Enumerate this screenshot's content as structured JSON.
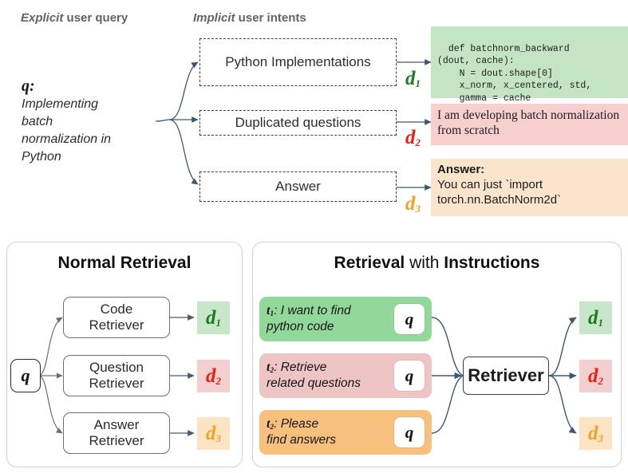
{
  "top": {
    "explicit_header": {
      "emphasis": "Explicit",
      "rest": " user query"
    },
    "implicit_header": {
      "emphasis": "Implicit",
      "rest": " user intents"
    },
    "query": {
      "symbol": "q:",
      "text": "Implementing batch normalization in Python"
    },
    "intents": [
      {
        "label": "Python Implementations"
      },
      {
        "label": "Duplicated questions"
      },
      {
        "label": "Answer"
      }
    ],
    "docs": [
      {
        "id": "d1",
        "subscript": "1",
        "color": "#1e7a1e",
        "bg": "#c3e5c3",
        "kind": "code",
        "text": "def batchnorm_backward\n(dout, cache):\n    N = dout.shape[0]\n    x_norm, x_centered, std,\n    gamma = cache"
      },
      {
        "id": "d2",
        "subscript": "2",
        "color": "#ef1b15",
        "bg": "#f6cfce",
        "kind": "question",
        "text": "I am developing batch normalization from scratch"
      },
      {
        "id": "d3",
        "subscript": "3",
        "color": "#f5a01e",
        "bg": "#fae5cc",
        "kind": "answer",
        "heading": "Answer:",
        "text": " You can just `import torch.nn.BatchNorm2d`"
      }
    ]
  },
  "left_panel": {
    "title": {
      "full": "Normal Retrieval"
    },
    "query_chip": "q",
    "retrievers": [
      {
        "line1": "Code",
        "line2": "Retriever"
      },
      {
        "line1": "Question",
        "line2": "Retriever"
      },
      {
        "line1": "Answer",
        "line2": "Retriever"
      }
    ],
    "outputs": [
      {
        "id": "d1",
        "subscript": "1"
      },
      {
        "id": "d2",
        "subscript": "2"
      },
      {
        "id": "d3",
        "subscript": "3"
      }
    ]
  },
  "right_panel": {
    "title": {
      "part1": "Retrieval",
      "part2": " with ",
      "part3": "Instructions"
    },
    "instructions": [
      {
        "tag": "t",
        "sub": "1",
        "line1": ": I want to find",
        "line2": "python code",
        "chip": "q"
      },
      {
        "tag": "t",
        "sub": "2",
        "line1": ": Retrieve",
        "line2": "related questions",
        "chip": "q"
      },
      {
        "tag": "t",
        "sub": "2",
        "line1": ": Please",
        "line2": "find answers",
        "chip": "q"
      }
    ],
    "retriever_label": "Retriever",
    "outputs": [
      {
        "id": "d1",
        "subscript": "1"
      },
      {
        "id": "d2",
        "subscript": "2"
      },
      {
        "id": "d3",
        "subscript": "3"
      }
    ]
  },
  "palette": {
    "arrow": "#3f5770",
    "green_doc": "#c3e5c3",
    "pink_doc": "#f6cfce",
    "orange_doc": "#fae5cc",
    "green_instr": "#92d89a",
    "pink_instr": "#eec4c4",
    "orange_instr": "#f7c07e",
    "d1_text": "#1e7a1e",
    "d2_text": "#ef1b15",
    "d3_text": "#f5a01e"
  }
}
